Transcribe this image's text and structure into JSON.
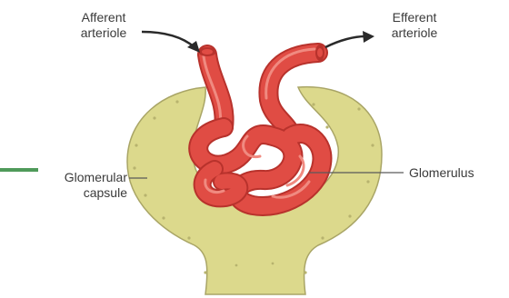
{
  "labels": {
    "afferent_line1": "Afferent",
    "afferent_line2": "arteriole",
    "efferent_line1": "Efferent",
    "efferent_line2": "arteriole",
    "capsule_line1": "Glomerular",
    "capsule_line2": "capsule",
    "glomerulus": "Glomerulus"
  },
  "colors": {
    "capsule_fill": "#dcd98c",
    "capsule_outline": "#a9a566",
    "vessel_fill": "#e04c44",
    "vessel_highlight": "#f08a80",
    "vessel_outline": "#b8322c",
    "leader_line": "#5a5a5a",
    "arrow": "#2a2a2a",
    "left_bar": "#4f9a5a"
  }
}
